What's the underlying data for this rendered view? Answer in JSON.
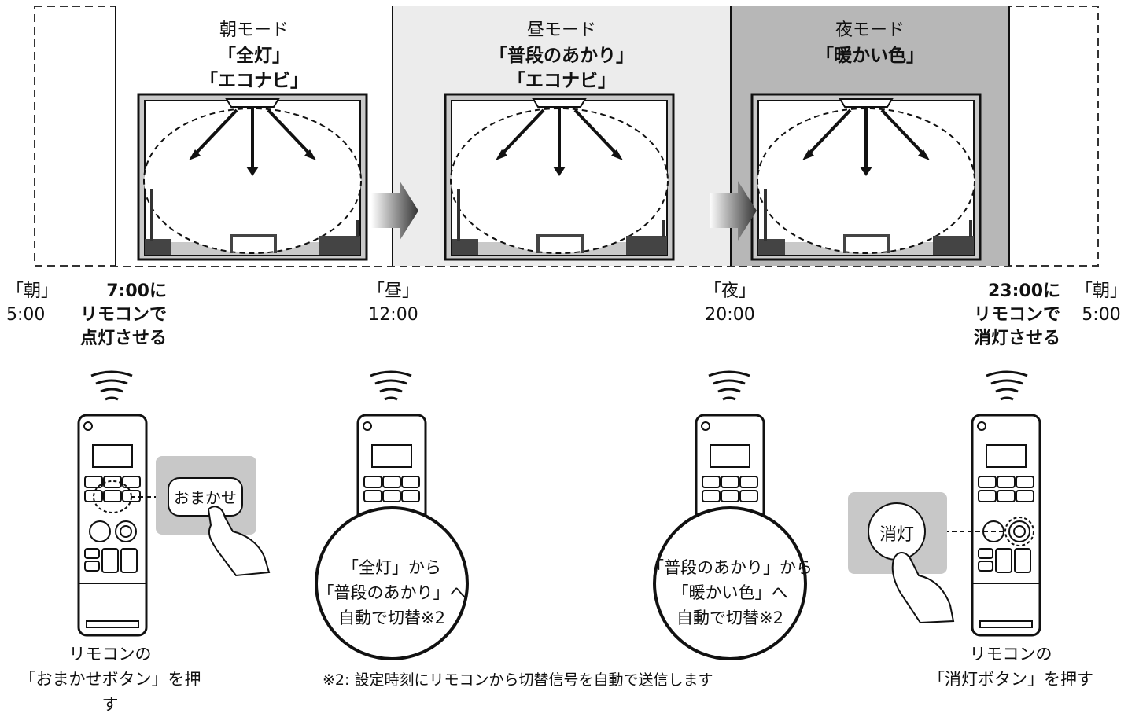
{
  "modes": [
    {
      "title": "朝モード",
      "lines": [
        "「全灯」",
        "「エコナビ」"
      ]
    },
    {
      "title": "昼モード",
      "lines": [
        "「普段のあかり」",
        "「エコナビ」"
      ]
    },
    {
      "title": "夜モード",
      "lines": [
        "「暖かい色」"
      ]
    }
  ],
  "times": {
    "morning_start": {
      "label": "「朝」",
      "time": "5:00"
    },
    "turn_on": [
      "7:00に",
      "リモコンで",
      "点灯させる"
    ],
    "noon": {
      "label": "「昼」",
      "time": "12:00"
    },
    "night": {
      "label": "「夜」",
      "time": "20:00"
    },
    "turn_off": [
      "23:00に",
      "リモコンで",
      "消灯させる"
    ],
    "morning_end": {
      "label": "「朝」",
      "time": "5:00"
    }
  },
  "buttons": {
    "omakase": "おまかせ",
    "shoutou": "消灯"
  },
  "bubbles": {
    "noon": [
      "「全灯」から",
      "「普段のあかり」へ",
      "自動で切替※2"
    ],
    "night": [
      "「普段のあかり」から",
      "「暖かい色」へ",
      "自動で切替※2"
    ]
  },
  "captions": {
    "left": [
      "リモコンの",
      "「おまかせボタン」を押す"
    ],
    "right": [
      "リモコンの",
      "「消灯ボタン」を押す"
    ],
    "note": "※2: 設定時刻にリモコンから切替信号を自動で送信します"
  },
  "colors": {
    "morning_bg": "#ffffff",
    "noon_bg": "#ececec",
    "night_bg": "#b7b7b7",
    "room_fill": "#c9c9c9",
    "button_bg": "#c8c8c8"
  }
}
